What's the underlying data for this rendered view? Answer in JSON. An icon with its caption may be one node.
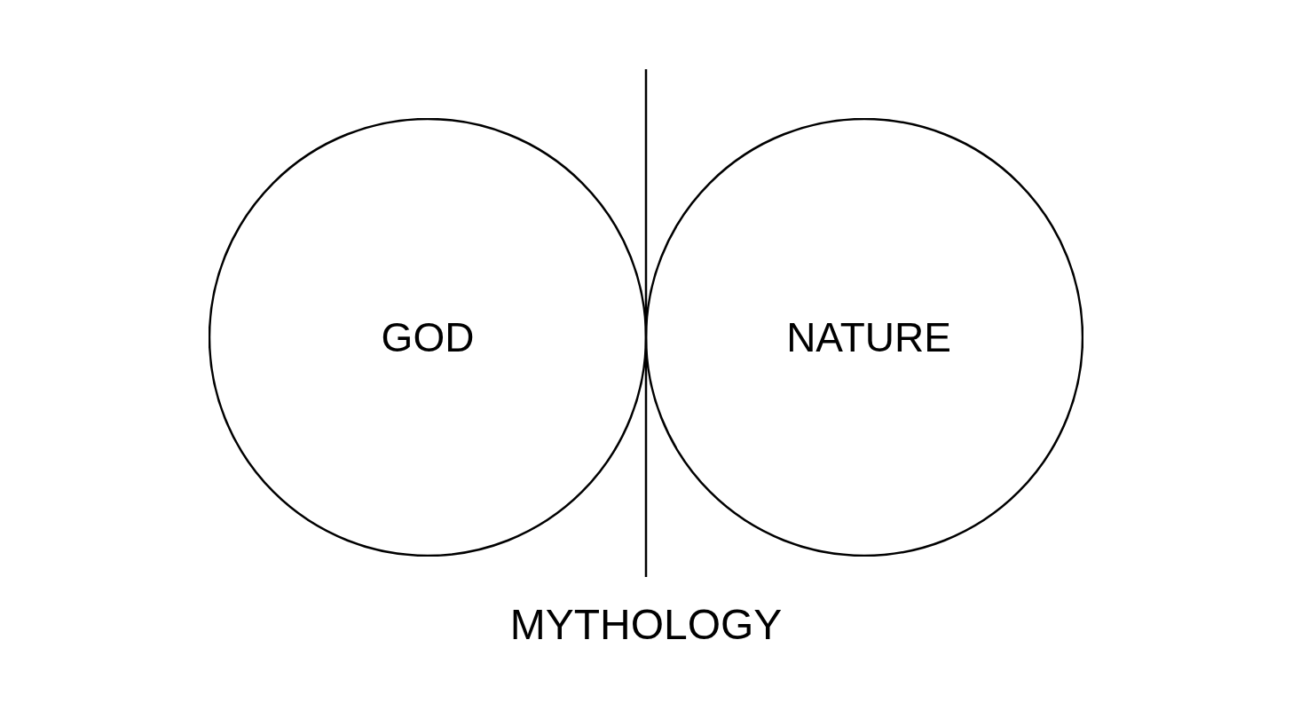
{
  "diagram": {
    "nodes": [
      {
        "text": [
          "GOD"
        ]
      },
      {
        "text": [
          "NATURE"
        ]
      }
    ],
    "labels": [
      "MYTHOLOGY"
    ]
  }
}
